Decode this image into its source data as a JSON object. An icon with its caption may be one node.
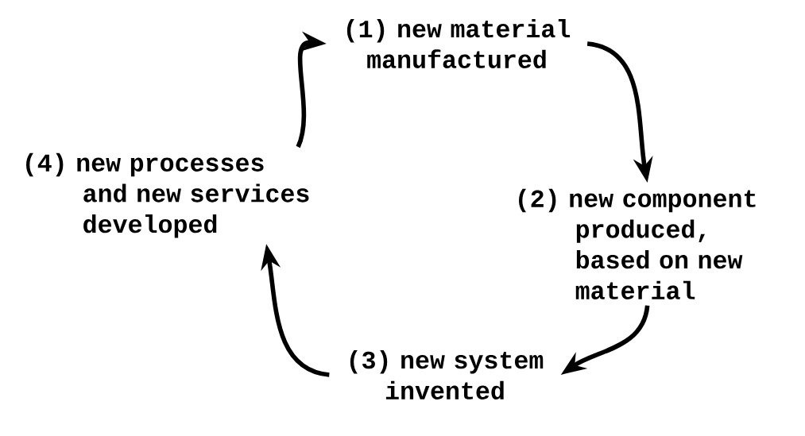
{
  "diagram": {
    "nodes": [
      {
        "text": [
          "(1) new material manufactured"
        ]
      },
      {
        "text": [
          "(2) new component produced, based on new material"
        ]
      },
      {
        "text": [
          "(3) new system invented"
        ]
      },
      {
        "text": [
          "(4) new processes and new services developed"
        ]
      }
    ],
    "edges": [
      {
        "from": 0,
        "to": 1,
        "arrow": "to"
      },
      {
        "from": 1,
        "to": 2,
        "arrow": "to"
      },
      {
        "from": 2,
        "to": 3,
        "arrow": "to"
      },
      {
        "from": 3,
        "to": 0,
        "arrow": "to"
      }
    ]
  }
}
